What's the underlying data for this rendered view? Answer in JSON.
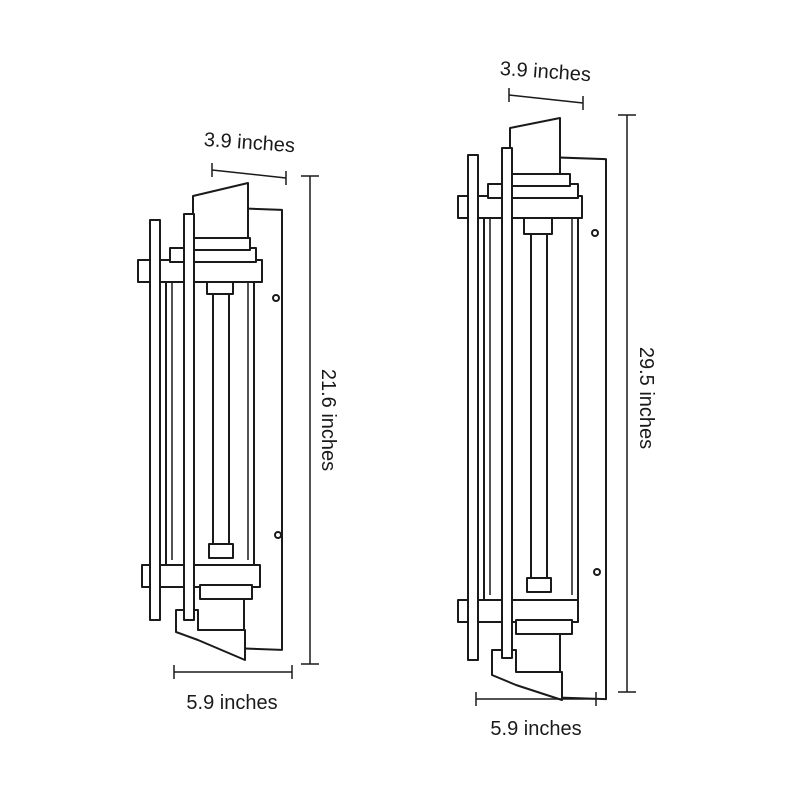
{
  "small_fixture": {
    "top_width_label": "3.9 inches",
    "height_label": "21.6 inches",
    "bottom_width_label": "5.9 inches"
  },
  "large_fixture": {
    "top_width_label": "3.9 inches",
    "height_label": "29.5 inches",
    "bottom_width_label": "5.9 inches"
  },
  "colors": {
    "line": "#1a1a1a",
    "background": "#ffffff"
  }
}
